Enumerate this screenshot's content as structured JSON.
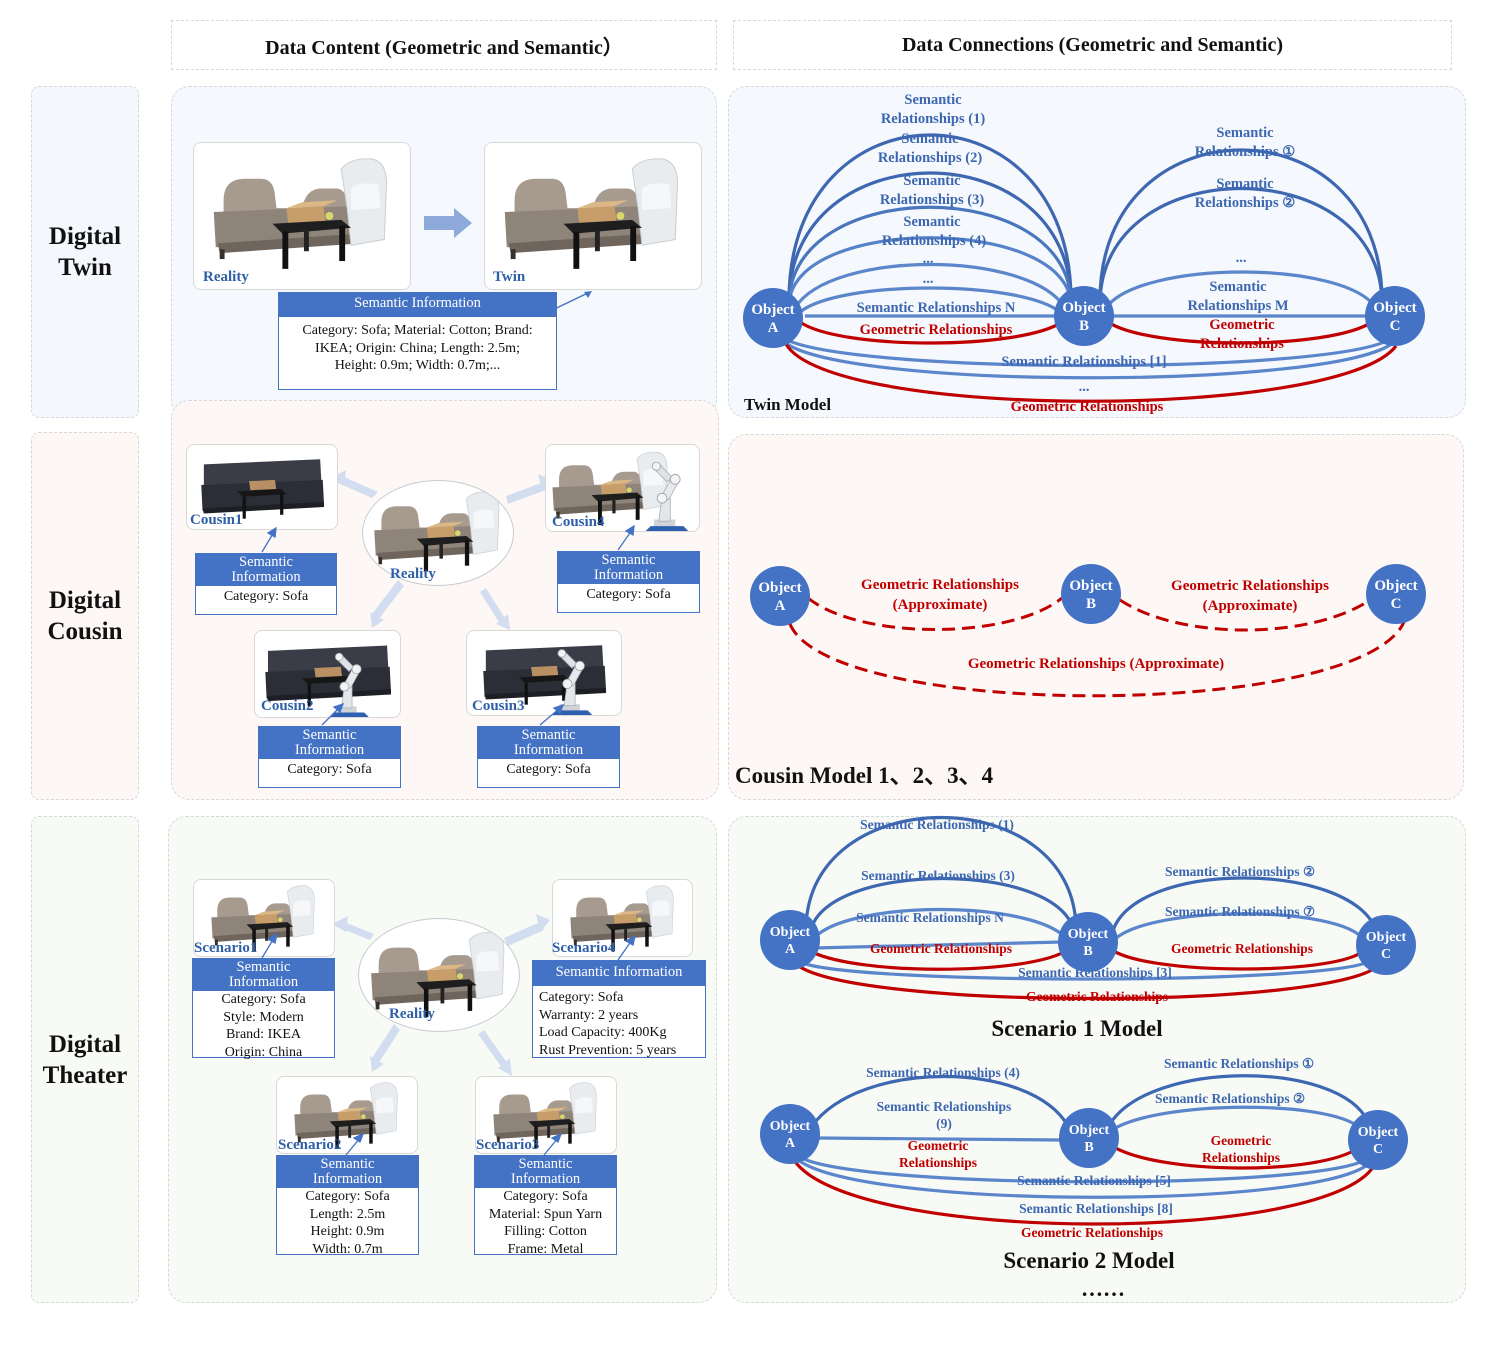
{
  "headers": {
    "content": "Data Content (Geometric and Semantic）",
    "connections": "Data Connections (Geometric and Semantic)"
  },
  "rows": {
    "twin": [
      "Digital",
      "Twin"
    ],
    "cousin": [
      "Digital",
      "Cousin"
    ],
    "theater": [
      "Digital",
      "Theater"
    ]
  },
  "colors": {
    "semantic": "#3d67b1",
    "semantic_light": "#5b86cc",
    "geometric": "#c00000",
    "node": "#4472c4",
    "twin_bg": "#f5f8fc",
    "cousin_bg": "#fdf8f5",
    "theater_bg": "#f8faf6"
  },
  "twin_content": {
    "reality_caption": "Reality",
    "twin_caption": "Twin",
    "semantic_title": "Semantic Information",
    "semantic_lines": [
      "Category: Sofa; Material: Cotton; Brand:",
      "IKEA; Origin: China; Length: 2.5m;",
      "Height: 0.9m; Width: 0.7m;..."
    ]
  },
  "cousin_content": {
    "center_caption": "Reality",
    "semantic_title": [
      "Semantic",
      "Information"
    ],
    "category": "Category: Sofa",
    "cousins": [
      "Cousin1",
      "Cousin2",
      "Cousin3",
      "Cousin4"
    ]
  },
  "theater_content": {
    "center_caption": "Reality",
    "semantic_title": [
      "Semantic",
      "Information"
    ],
    "semantic_title_wide": "Semantic Information",
    "scenario1": {
      "caption": "Scenario1",
      "lines": [
        "Category: Sofa",
        "Style: Modern",
        "Brand: IKEA",
        "Origin: China"
      ]
    },
    "scenario2": {
      "caption": "Scenario2",
      "lines": [
        "Category: Sofa",
        "Length: 2.5m",
        "Height: 0.9m",
        "Width: 0.7m"
      ]
    },
    "scenario3": {
      "caption": "Scenario3",
      "lines": [
        "Category: Sofa",
        "Material: Spun Yarn",
        "Filling: Cotton",
        "Frame: Metal"
      ]
    },
    "scenario4": {
      "caption": "Scenario4",
      "lines": [
        "Category: Sofa",
        "Warranty: 2 years",
        "Load Capacity: 400Kg",
        "Rust Prevention: 5 years"
      ]
    }
  },
  "twin_model": {
    "nodes": [
      [
        "Object",
        "A"
      ],
      [
        "Object",
        "B"
      ],
      [
        "Object",
        "C"
      ]
    ],
    "ab_labels": [
      [
        "Semantic",
        "Relationships (1)"
      ],
      [
        "Semantic",
        "Relationships (2)"
      ],
      [
        "Semantic",
        "Relationships (3)"
      ],
      [
        "Semantic",
        "Relationships (4)"
      ]
    ],
    "dots": "...",
    "ab_n": "Semantic Relationships N",
    "geo": "Geometric Relationships",
    "bc_labels": [
      [
        "Semantic",
        "Relationships ①"
      ],
      [
        "Semantic",
        "Relationships ②"
      ]
    ],
    "bc_m": [
      "Semantic",
      "Relationships M"
    ],
    "bc_geo": [
      "Geometric",
      "Relationships"
    ],
    "ac_sem": "Semantic Relationships [1]",
    "ac_dots": "...",
    "ac_geo": "Geometric Relationships",
    "title": "Twin Model"
  },
  "cousin_model": {
    "nodes": [
      [
        "Object",
        "A"
      ],
      [
        "Object",
        "B"
      ],
      [
        "Object",
        "C"
      ]
    ],
    "approx_pair": [
      "Geometric Relationships",
      "(Approximate)"
    ],
    "approx_long": "Geometric Relationships (Approximate)",
    "title": "Cousin Model 1、2、3、4"
  },
  "scenario1_model": {
    "nodes": [
      [
        "Object",
        "A"
      ],
      [
        "Object",
        "B"
      ],
      [
        "Object",
        "C"
      ]
    ],
    "ab": [
      "Semantic Relationships (1)",
      "Semantic Relationships (3)",
      "Semantic Relationships N"
    ],
    "geo": "Geometric Relationships",
    "bc": [
      "Semantic Relationships ②",
      "Semantic Relationships ⑦"
    ],
    "ac_sem": "Semantic Relationships [3]",
    "ac_geo": "Geometric Relationships",
    "title": "Scenario 1 Model"
  },
  "scenario2_model": {
    "nodes": [
      [
        "Object",
        "A"
      ],
      [
        "Object",
        "B"
      ],
      [
        "Object",
        "C"
      ]
    ],
    "ab_top": "Semantic Relationships (4)",
    "ab_mid": [
      "Semantic Relationships",
      "(9)"
    ],
    "ab_geo": [
      "Geometric",
      "Relationships"
    ],
    "bc_top": "Semantic Relationships ①",
    "bc_mid": "Semantic Relationships ②",
    "bc_geo": [
      "Geometric",
      "Relationships"
    ],
    "ac_sem1": "Semantic Relationships [5]",
    "ac_sem2": "Semantic Relationships [8]",
    "ac_geo": "Geometric Relationships",
    "title": "Scenario 2 Model",
    "more": "……"
  }
}
